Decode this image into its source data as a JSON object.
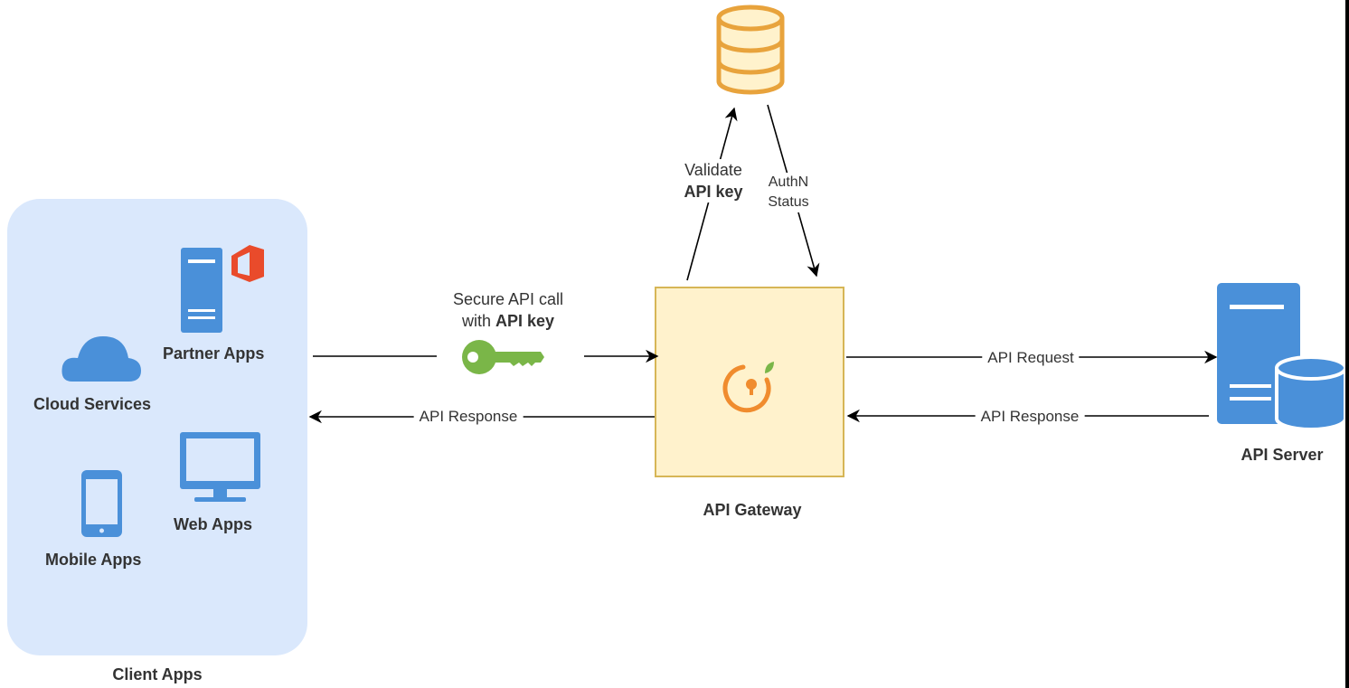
{
  "client_apps": {
    "title": "Client Apps",
    "partner_apps": "Partner Apps",
    "cloud_services": "Cloud Services",
    "web_apps": "Web Apps",
    "mobile_apps": "Mobile Apps"
  },
  "gateway": {
    "label": "API Gateway"
  },
  "server": {
    "label": "API Server"
  },
  "connections": {
    "secure_call_line1": "Secure API call",
    "secure_call_line2_prefix": "with ",
    "secure_call_line2_bold": "API key",
    "client_response": "API Response",
    "validate_line1": "Validate",
    "validate_line2": "API key",
    "authn_line1": "AuthN",
    "authn_line2": "Status",
    "api_request": "API Request",
    "server_response": "API Response"
  },
  "colors": {
    "client_panel": "#dae8fc",
    "app_icon_blue": "#4a90d9",
    "office_red": "#e94b2b",
    "key_green": "#7ab648",
    "gateway_fill": "#fff2cc",
    "gateway_border": "#d6b656",
    "gateway_icon": "#f08c2e",
    "database_fill": "#fff2cc",
    "database_stroke": "#e8a33c",
    "server_blue": "#4a90d9"
  },
  "icons": {
    "partner": "server-icon",
    "office": "office-icon",
    "cloud": "cloud-icon",
    "web": "monitor-icon",
    "mobile": "mobile-phone-icon",
    "key": "key-icon",
    "gateway": "gateway-lock-icon",
    "database": "database-icon",
    "api_server": "server-database-icon"
  }
}
